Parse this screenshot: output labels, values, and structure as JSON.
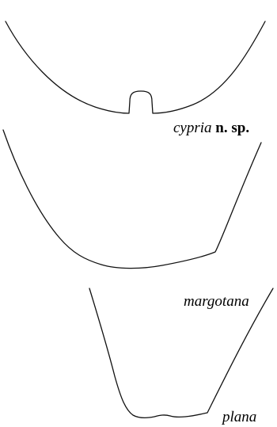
{
  "figure": {
    "outlines": [
      {
        "id": "cypria",
        "species": "cypria",
        "status": "n. sp."
      },
      {
        "id": "margotana",
        "species": "margotana",
        "status": ""
      },
      {
        "id": "plana",
        "species": "plana",
        "status": ""
      }
    ],
    "colors": {
      "stroke": "#111111",
      "background": "#ffffff"
    }
  }
}
